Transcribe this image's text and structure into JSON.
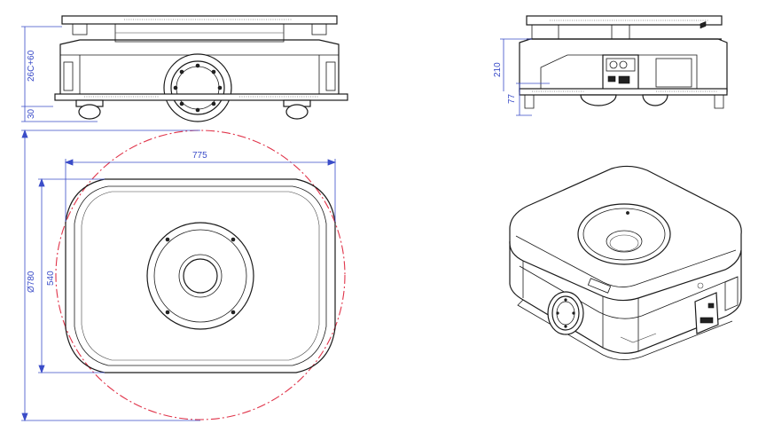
{
  "dimensions": {
    "height_label": "26C+60",
    "ground_clearance_label": "30",
    "side_height_label": "210",
    "side_lower_label": "77",
    "width_label": "775",
    "depth_label": "540",
    "diameter_label": "Ø780"
  },
  "colors": {
    "dimension": "#3a4cc8",
    "turning_circle": "#e0344a",
    "outline": "#1a1a1a"
  }
}
